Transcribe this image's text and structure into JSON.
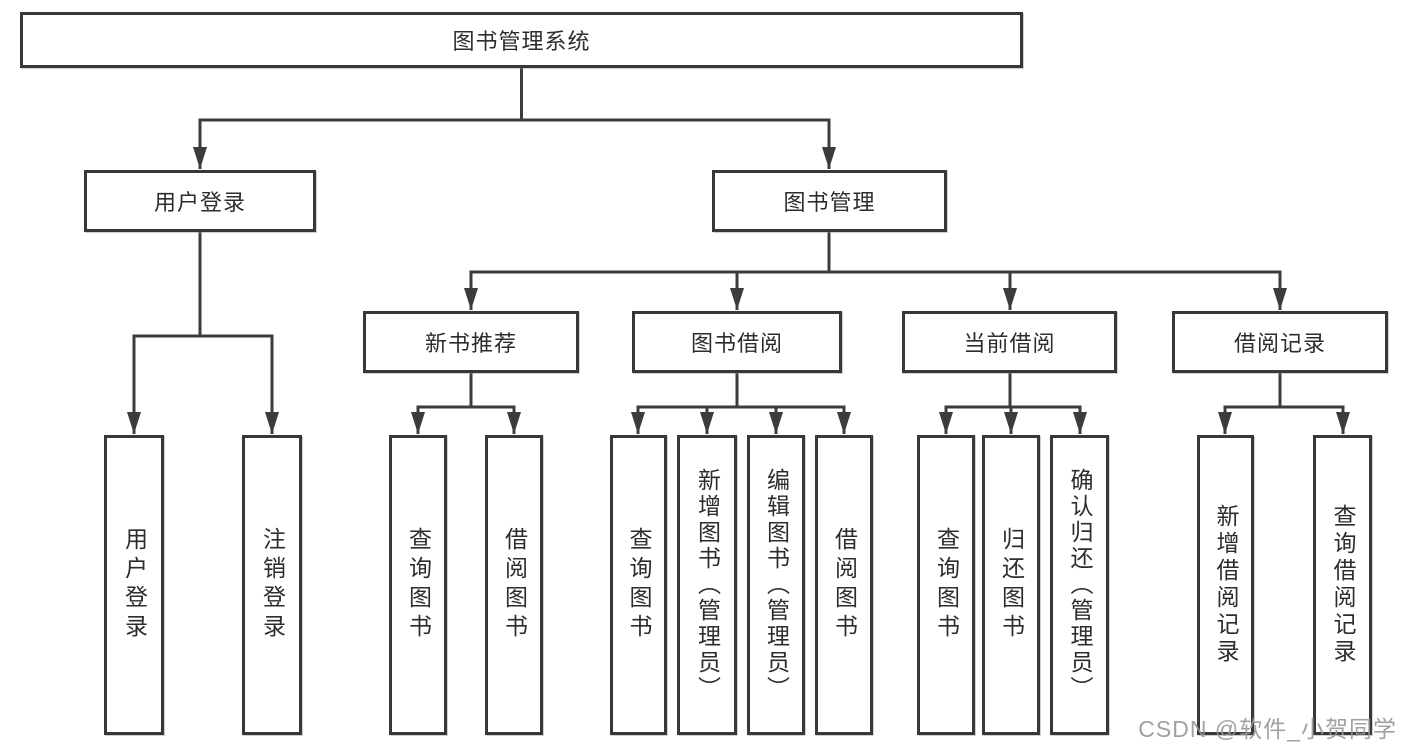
{
  "diagram": {
    "type": "hierarchy-tree",
    "root": {
      "label": "图书管理系统"
    },
    "branches": [
      {
        "label": "用户登录",
        "children": [
          "用户登录",
          "注销登录"
        ]
      },
      {
        "label": "图书管理",
        "groups": [
          {
            "label": "新书推荐",
            "children": [
              "查询图书",
              "借阅图书"
            ]
          },
          {
            "label": "图书借阅",
            "children": [
              "查询图书",
              "新增图书（管理员）",
              "编辑图书（管理员）",
              "借阅图书"
            ]
          },
          {
            "label": "当前借阅",
            "children": [
              "查询图书",
              "归还图书",
              "确认归还（管理员）"
            ]
          },
          {
            "label": "借阅记录",
            "children": [
              "新增借阅记录",
              "查询借阅记录"
            ]
          }
        ]
      }
    ]
  },
  "watermark": {
    "text": "CSDN @软件_小贺同学"
  },
  "colors": {
    "line": "#3c3c3c",
    "box_border": "#383838",
    "text": "#2d2d2d",
    "watermark": "#96969b",
    "background": "#ffffff"
  }
}
